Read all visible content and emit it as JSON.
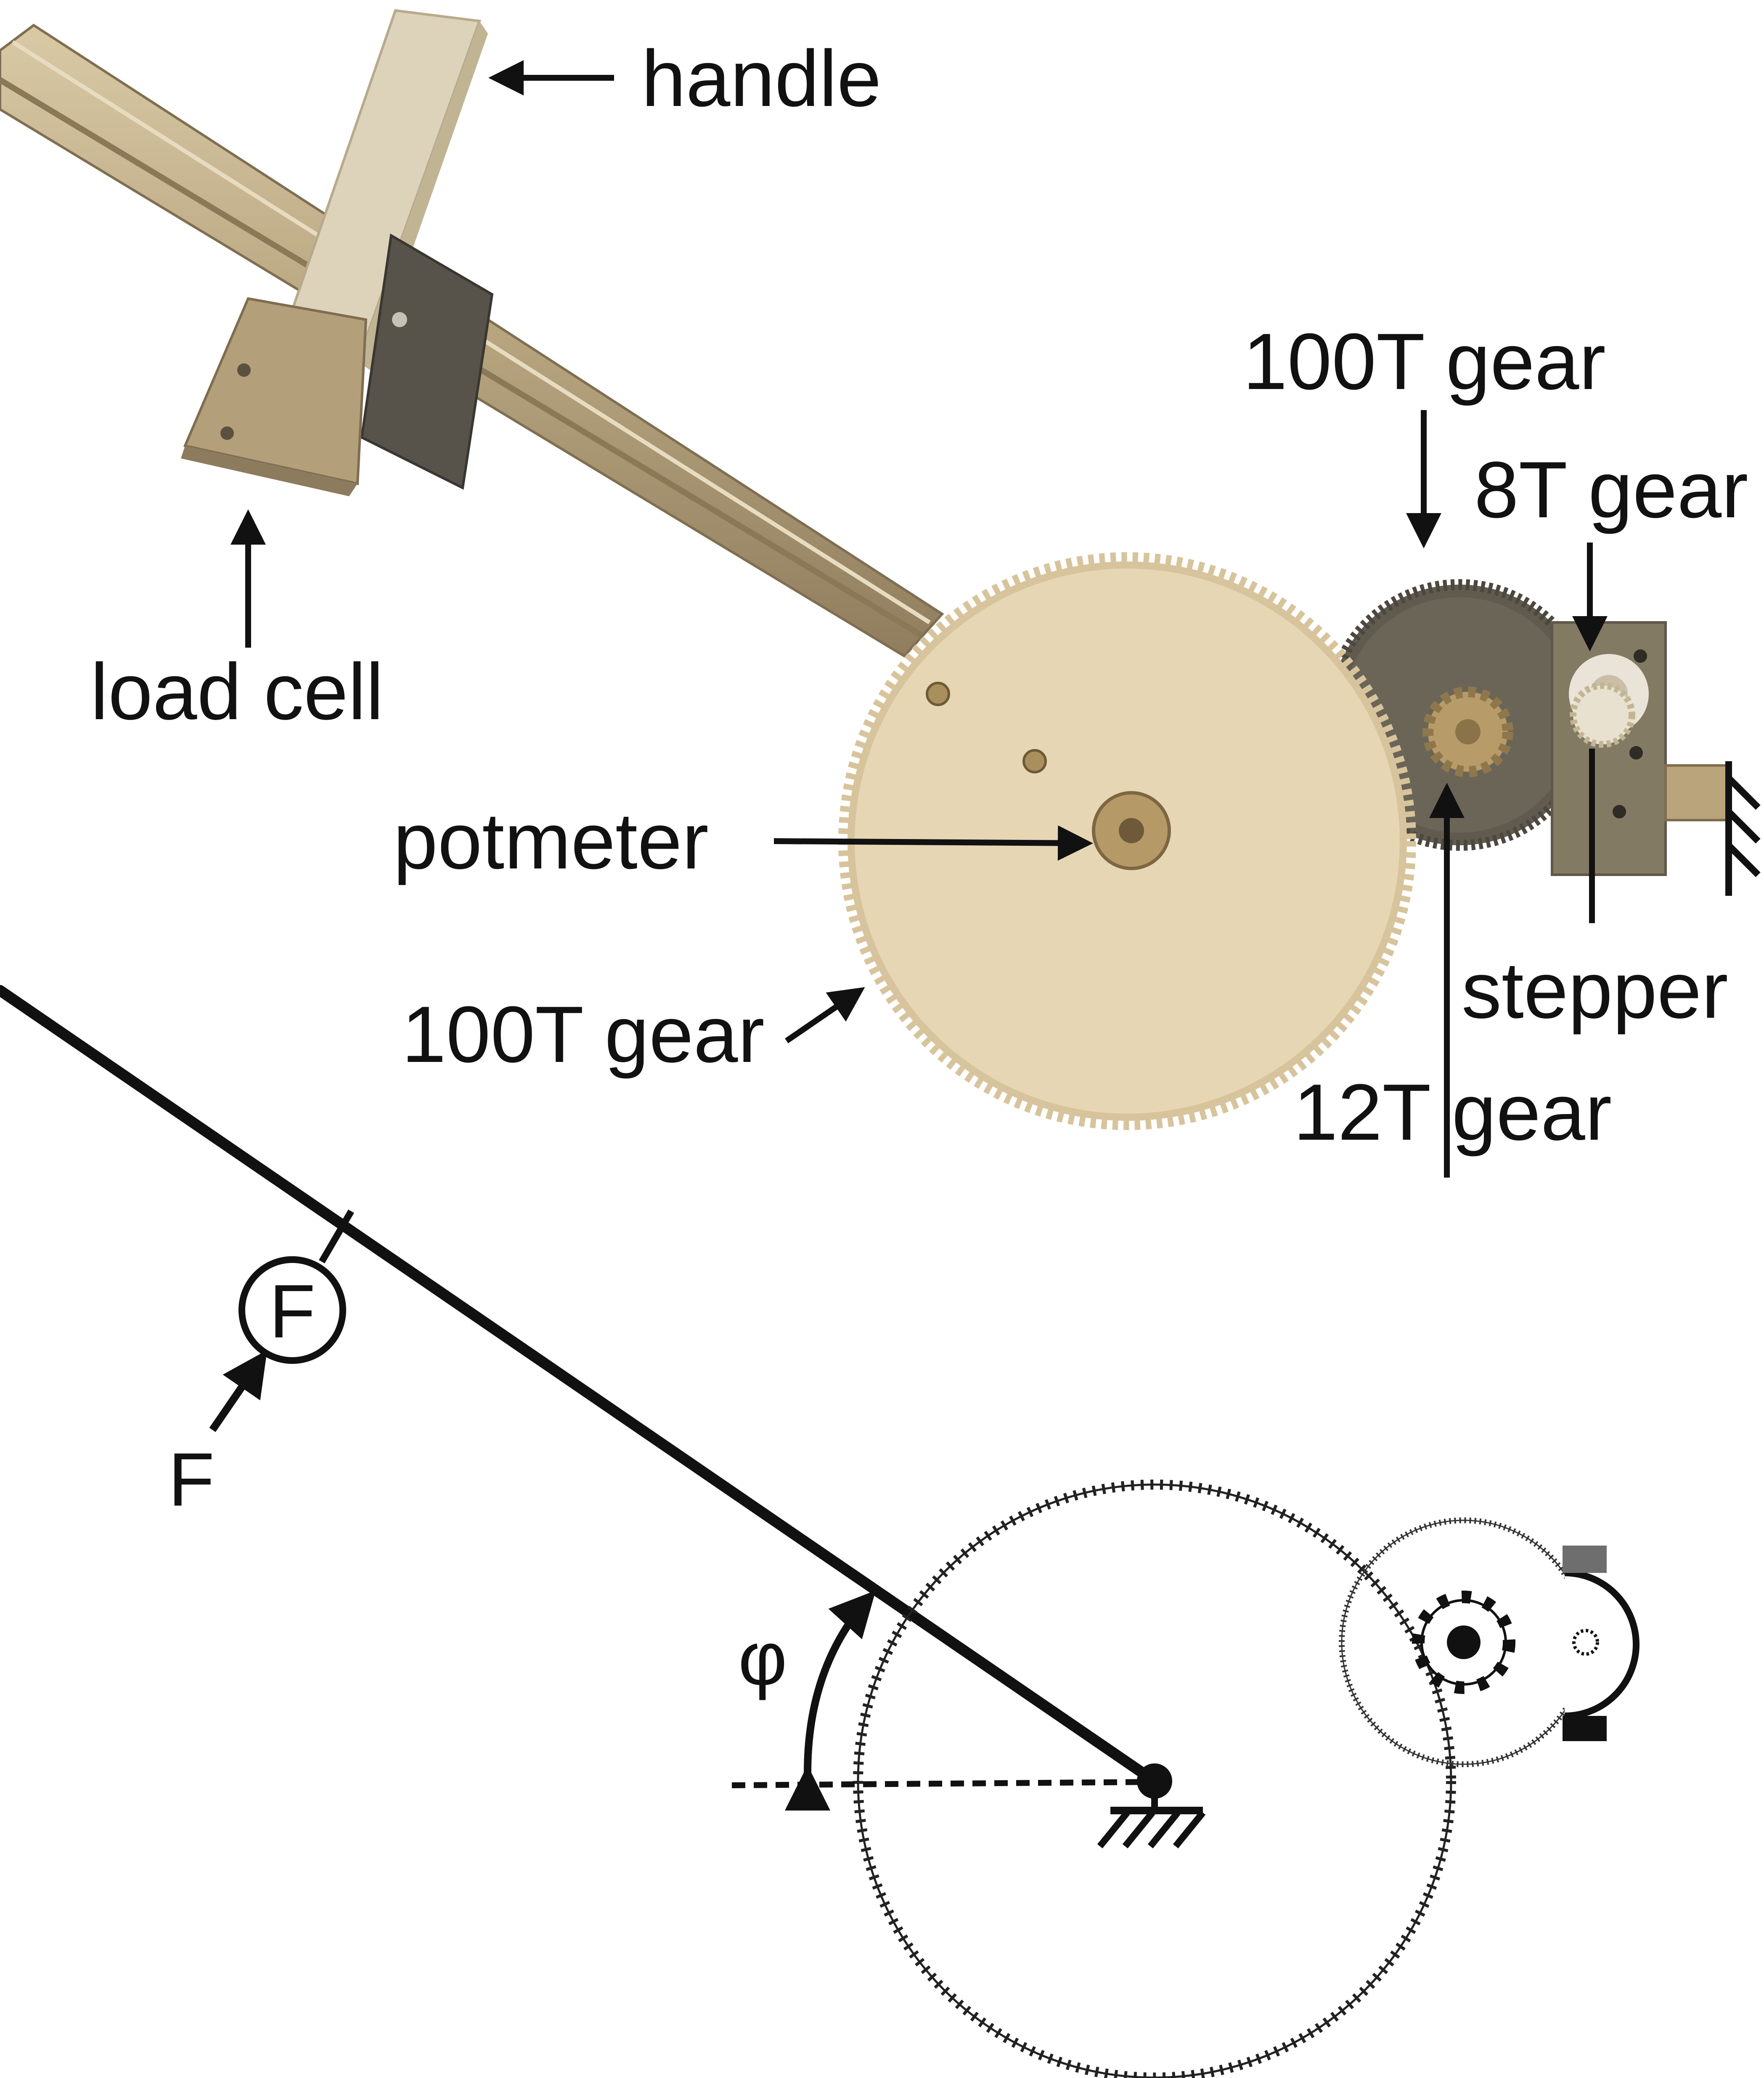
{
  "labels": {
    "handle": "handle",
    "load_cell": "load cell",
    "gear_100t_top": "100T gear",
    "gear_8t": "8T gear",
    "potmeter": "potmeter",
    "gear_100t_main": "100T gear",
    "gear_12t": "12T gear",
    "stepper": "stepper"
  },
  "symbols": {
    "force_sensor": "F",
    "force": "F",
    "angle": "φ"
  },
  "colors": {
    "ink": "#111111",
    "main_gear": "#e6d6b4",
    "main_gear_edge": "#cdb98e",
    "dark_gear": "#5f5a4f",
    "aluminium": "#b8a684",
    "aluminium_dark": "#8d7c5c",
    "handle": "#d8cdb4",
    "bracket": "#5a554a",
    "stepper_body": "#847a64",
    "stepper_grey": "#6e6e6e"
  }
}
